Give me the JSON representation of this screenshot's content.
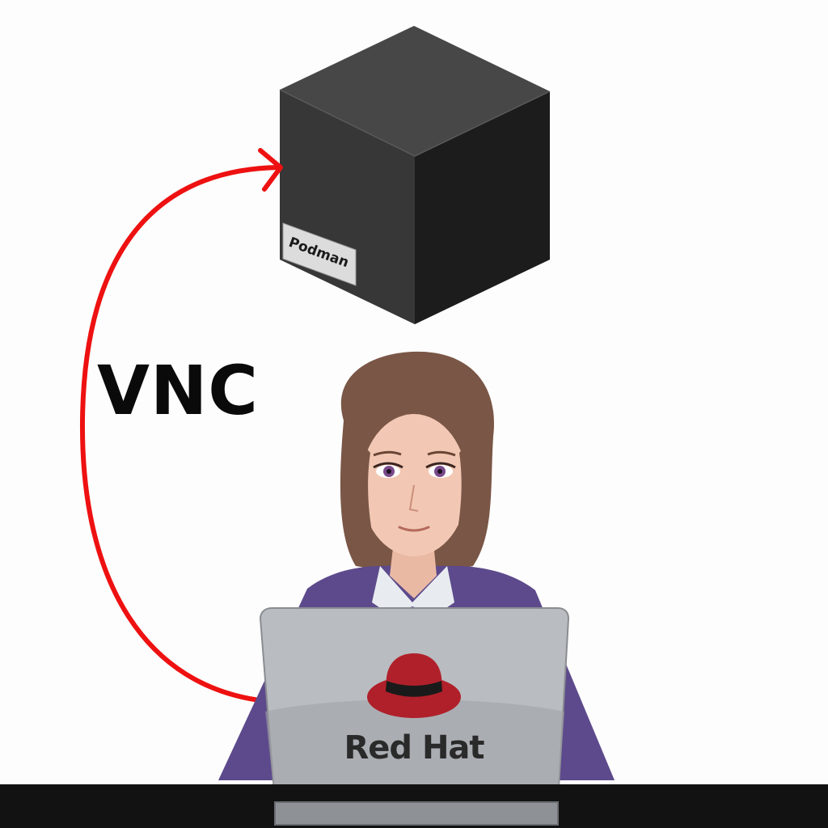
{
  "diagram": {
    "connection": {
      "label": "VNC",
      "arrow_color": "#ee1111"
    },
    "container": {
      "label": "Podman",
      "color_top": "#474747",
      "color_left": "#373737",
      "color_right": "#1c1c1c"
    },
    "user": {
      "hair_color": "#7a5646",
      "blazer_color": "#5d4a8c",
      "laptop_color": "#b9bcc0"
    },
    "laptop_logo": {
      "label": "Red Hat",
      "hat_color": "#b0202a",
      "band_color": "#1a1a1a"
    },
    "desk_color": "#121212"
  }
}
